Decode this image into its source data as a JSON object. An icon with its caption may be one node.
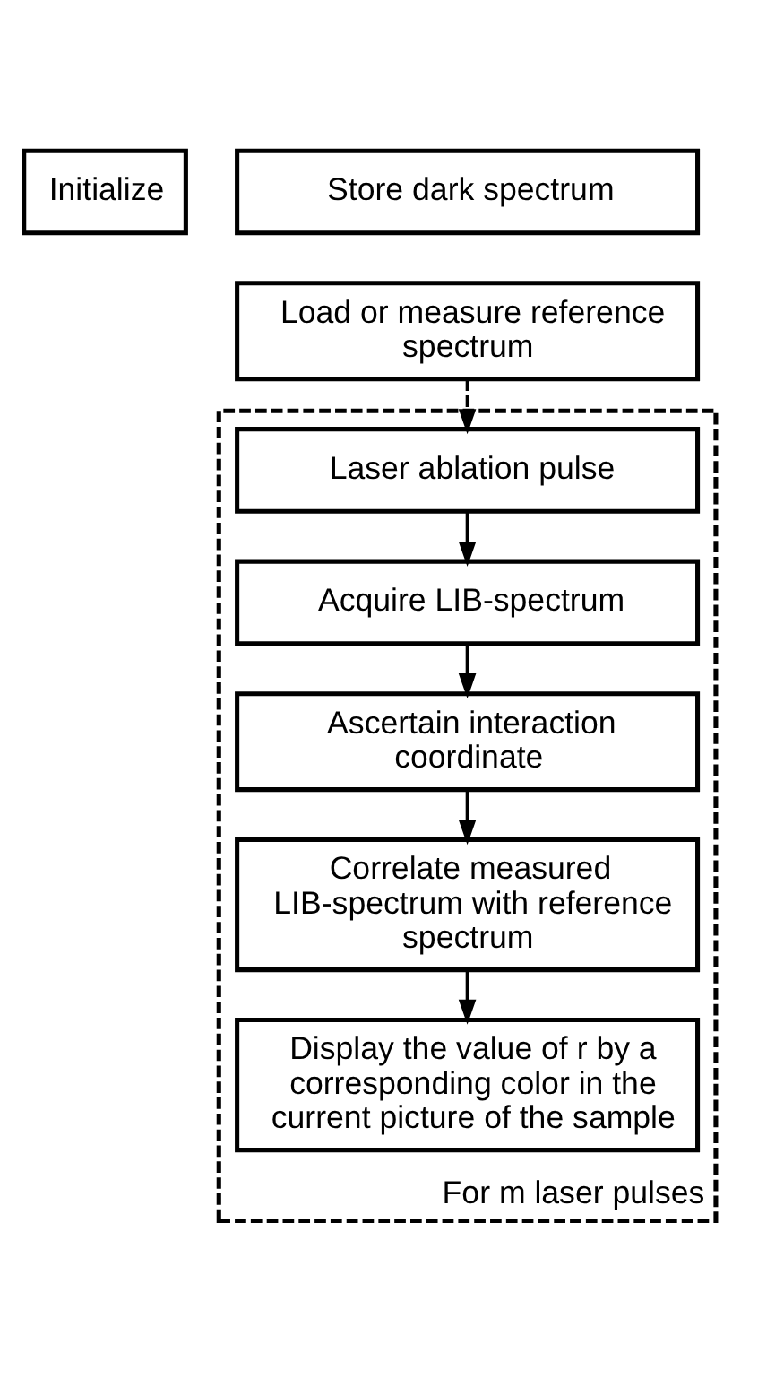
{
  "diagram": {
    "nodes": [
      {
        "text": [
          "Initialize"
        ]
      },
      {
        "text": [
          "Store dark spectrum"
        ]
      },
      {
        "text": [
          "Load or measure reference spectrum"
        ]
      },
      {
        "text": [
          "For m laser pulses"
        ]
      },
      {
        "text": [
          "Laser ablation pulse"
        ],
        "in": 3
      },
      {
        "text": [
          "Acquire LIB-spectrum"
        ],
        "in": 3
      },
      {
        "text": [
          "Ascertain interaction coordinate"
        ],
        "in": 3
      },
      {
        "text": [
          "Correlate measured LIB-spectrum with reference spectrum"
        ],
        "in": 3
      },
      {
        "text": [
          "Display the value of r by a corresponding color in the current picture of the sample"
        ],
        "in": 3
      }
    ],
    "edges": [
      {
        "from": 2,
        "to": 4,
        "arrow": "to",
        "style": "dashed"
      },
      {
        "from": 4,
        "to": 5,
        "arrow": "to"
      },
      {
        "from": 5,
        "to": 6,
        "arrow": "to"
      },
      {
        "from": 6,
        "to": 7,
        "arrow": "to"
      },
      {
        "from": 7,
        "to": 8,
        "arrow": "to"
      }
    ]
  }
}
